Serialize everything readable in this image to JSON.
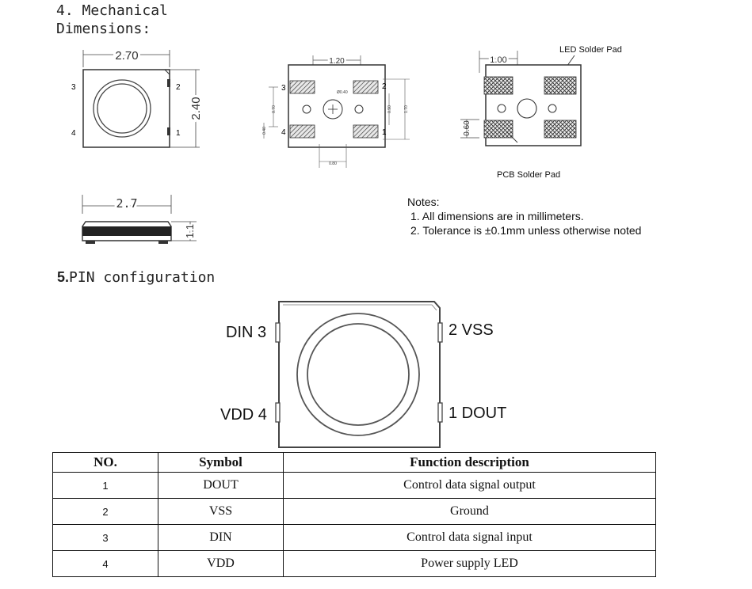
{
  "section4": {
    "title_line1": "4. Mechanical",
    "title_line2": "Dimensions:"
  },
  "dims": {
    "top_width": "2.70",
    "top_height": "2.40",
    "pad_spacing_top": "1.20",
    "pad_diameter": "Ø0.40",
    "pad_h_070": "0.70",
    "pad_h_090": "0.90",
    "pad_h_170": "1.70",
    "pad_h_040": "0.40",
    "pad_w_080": "0.80",
    "pcb_spacing": "1.00",
    "pcb_pad_h": "0.60",
    "side_width": "2.7",
    "side_height": "1.1",
    "pin_1": "1",
    "pin_2": "2",
    "pin_3": "3",
    "pin_4": "4",
    "led_pad_label": "LED Solder Pad",
    "pcb_pad_label": "PCB Solder Pad"
  },
  "notes": {
    "heading": "Notes:",
    "items": [
      "1. All dimensions are in millimeters.",
      "2. Tolerance is ±0.1mm unless otherwise noted"
    ]
  },
  "section5": {
    "number": "5.",
    "title": "PIN configuration"
  },
  "pin_labels": {
    "top_left": "DIN 3",
    "top_right": "2  VSS",
    "bottom_left": "VDD  4",
    "bottom_right": "1 DOUT"
  },
  "table": {
    "headers": [
      "NO.",
      "Symbol",
      "Function description"
    ],
    "rows": [
      {
        "no": "1",
        "symbol": "DOUT",
        "function": "Control data signal output"
      },
      {
        "no": "2",
        "symbol": "VSS",
        "function": "Ground"
      },
      {
        "no": "3",
        "symbol": "DIN",
        "function": "Control data signal input"
      },
      {
        "no": "4",
        "symbol": "VDD",
        "function": "Power supply LED"
      }
    ]
  }
}
